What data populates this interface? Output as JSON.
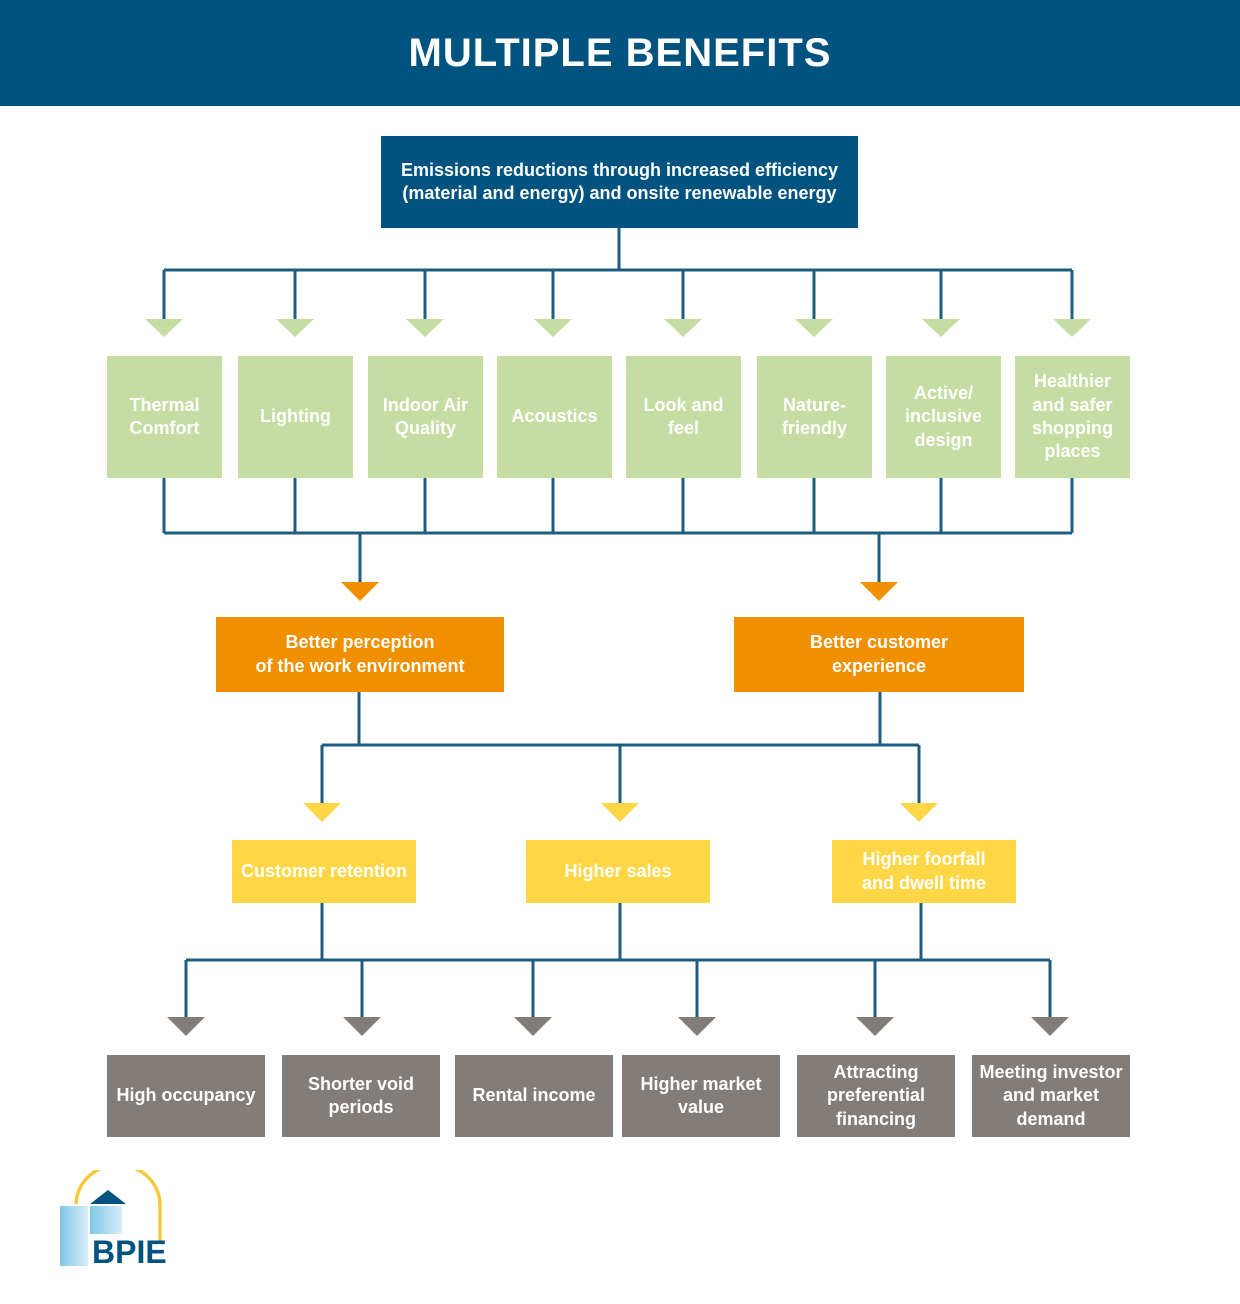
{
  "header": {
    "title": "MULTIPLE BENEFITS"
  },
  "top": {
    "label": "Emissions reductions through increased efficiency\n(material and energy) and onsite renewable energy"
  },
  "benefits": [
    "Thermal\nComfort",
    "Lighting",
    "Indoor Air\nQuality",
    "Acoustics",
    "Look and\nfeel",
    "Nature-\nfriendly",
    "Active/\ninclusive\ndesign",
    "Healthier\nand safer\nshopping\nplaces"
  ],
  "perceptions": [
    "Better perception\nof the work environment",
    "Better customer\nexperience"
  ],
  "outcomes": [
    "Customer retention",
    "Higher sales",
    "Higher foorfall\nand dwell time"
  ],
  "values": [
    "High occupancy",
    "Shorter void\nperiods",
    "Rental income",
    "Higher market\nvalue",
    "Attracting\npreferential\nfinancing",
    "Meeting investor\nand market\ndemand"
  ],
  "logo": {
    "text": "BPIE"
  },
  "colors": {
    "primary": "#00527f",
    "green": "#c5dda2",
    "orange": "#f09000",
    "yellow": "#ffd645",
    "gray": "#827d79",
    "line": "#1d5d80"
  }
}
